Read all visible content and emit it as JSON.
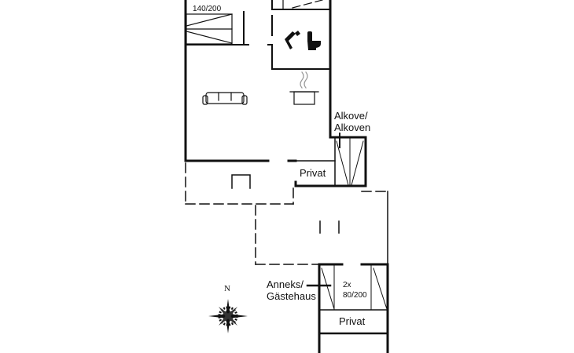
{
  "rooms": {
    "bed_main": "140/200",
    "alkove_line1": "Alkove/",
    "alkove_line2": "Alkoven",
    "privat_main": "Privat",
    "annex_line1": "Anneks/",
    "annex_line2": "Gästehaus",
    "annex_beds_line1": "2x",
    "annex_beds_line2": "80/200",
    "privat_annex": "Privat"
  },
  "compass": {
    "north": "N"
  },
  "icons": [
    "bed-icon",
    "shower-icon",
    "toilet-icon",
    "sofa-icon",
    "cooking-pot-icon",
    "compass-rose-icon"
  ]
}
